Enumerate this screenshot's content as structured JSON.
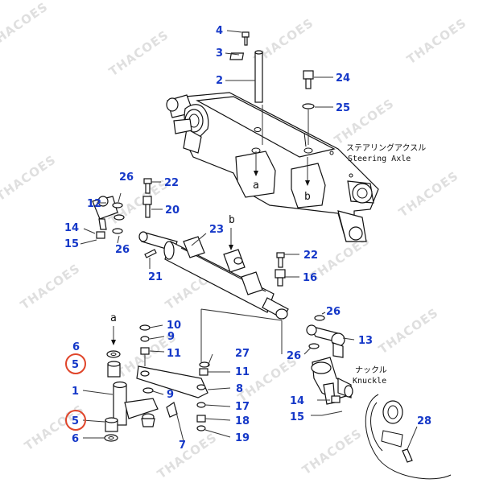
{
  "watermark": "THACOES",
  "labels": {
    "steering_axle_jp": "ステアリングアクスル",
    "steering_axle_en": "Steering Axle",
    "knuckle_jp": "ナックル",
    "knuckle_en": "Knuckle",
    "view_a": "a",
    "view_b": "b"
  },
  "callouts": [
    {
      "id": "c4",
      "text": "4"
    },
    {
      "id": "c3",
      "text": "3"
    },
    {
      "id": "c2",
      "text": "2"
    },
    {
      "id": "c24",
      "text": "24"
    },
    {
      "id": "c25",
      "text": "25"
    },
    {
      "id": "c26a",
      "text": "26"
    },
    {
      "id": "c22a",
      "text": "22"
    },
    {
      "id": "c12",
      "text": "12"
    },
    {
      "id": "c20",
      "text": "20"
    },
    {
      "id": "c14a",
      "text": "14"
    },
    {
      "id": "c15a",
      "text": "15"
    },
    {
      "id": "c26b",
      "text": "26"
    },
    {
      "id": "c23",
      "text": "23"
    },
    {
      "id": "c21",
      "text": "21"
    },
    {
      "id": "c22b",
      "text": "22"
    },
    {
      "id": "c16",
      "text": "16"
    },
    {
      "id": "c26c",
      "text": "26"
    },
    {
      "id": "c10",
      "text": "10"
    },
    {
      "id": "c9a",
      "text": "9"
    },
    {
      "id": "c13",
      "text": "13"
    },
    {
      "id": "c6a",
      "text": "6"
    },
    {
      "id": "c11a",
      "text": "11"
    },
    {
      "id": "c26d",
      "text": "26"
    },
    {
      "id": "c27",
      "text": "27"
    },
    {
      "id": "c5a",
      "text": "5"
    },
    {
      "id": "c11b",
      "text": "11"
    },
    {
      "id": "c1",
      "text": "1"
    },
    {
      "id": "c9b",
      "text": "9"
    },
    {
      "id": "c8",
      "text": "8"
    },
    {
      "id": "c14b",
      "text": "14"
    },
    {
      "id": "c17",
      "text": "17"
    },
    {
      "id": "c15b",
      "text": "15"
    },
    {
      "id": "c28",
      "text": "28"
    },
    {
      "id": "c5b",
      "text": "5"
    },
    {
      "id": "c18",
      "text": "18"
    },
    {
      "id": "c6b",
      "text": "6"
    },
    {
      "id": "c7",
      "text": "7"
    },
    {
      "id": "c19",
      "text": "19"
    }
  ],
  "colors": {
    "callout": "#1538c8",
    "highlight": "#e0452a",
    "line": "#111111",
    "watermark": "#b9b9b9"
  }
}
